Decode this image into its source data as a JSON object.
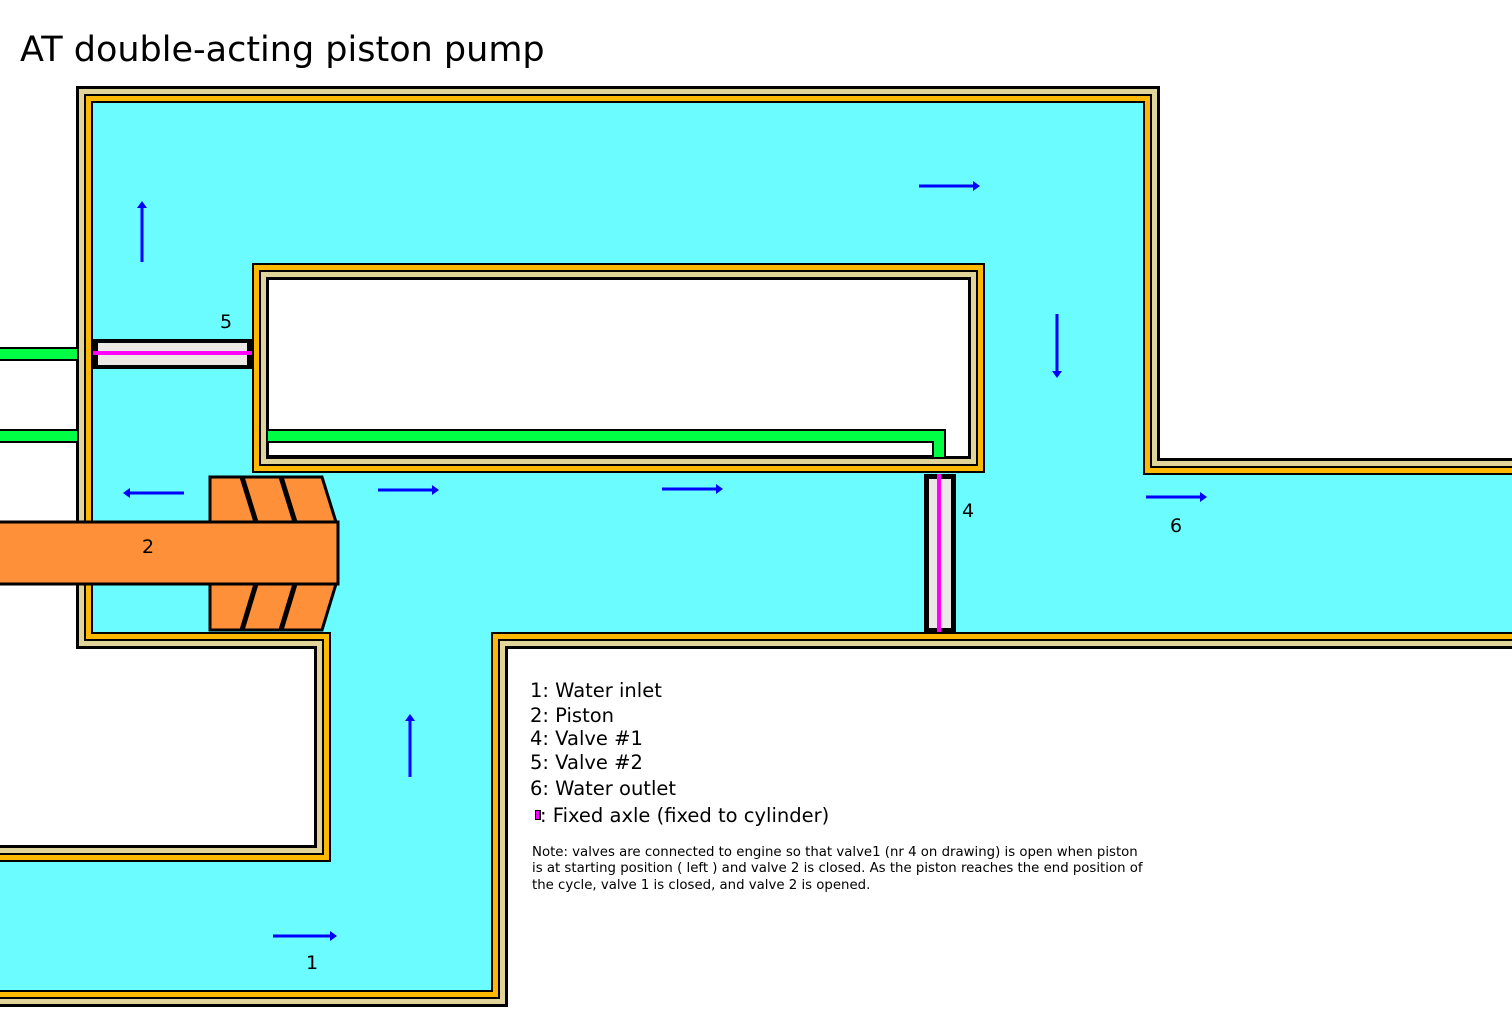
{
  "title": "AT double-acting piston pump",
  "labels": {
    "inlet": "1",
    "piston": "2",
    "valve1": "4",
    "valve2": "5",
    "outlet": "6"
  },
  "legend": {
    "items": [
      "1: Water inlet",
      "2:  Piston",
      "4:  Valve #1",
      "5: Valve #2",
      "6: Water outlet",
      ": Fixed axle (fixed to cylinder)"
    ],
    "note_lines": [
      "Note: valves are connected to engine so that valve1 (nr 4 on drawing) is open when piston",
      "is at starting position ( left ) and valve 2 is closed. As the  piston reaches the end position of",
      "the cycle, valve 1 is closed, and valve 2 is opened."
    ]
  },
  "colors": {
    "water": "#6afcfe",
    "wall_outer": "#e0d498",
    "wall_inner": "#ffb800",
    "piston": "#fd9039",
    "valve": "#ece8e6",
    "axle": "#ff00ff",
    "pipe": "#00ff44",
    "flow_arrow": "#0000ff"
  },
  "icons": {
    "flow": "arrow-icon",
    "axle": "axle-swatch-icon"
  }
}
